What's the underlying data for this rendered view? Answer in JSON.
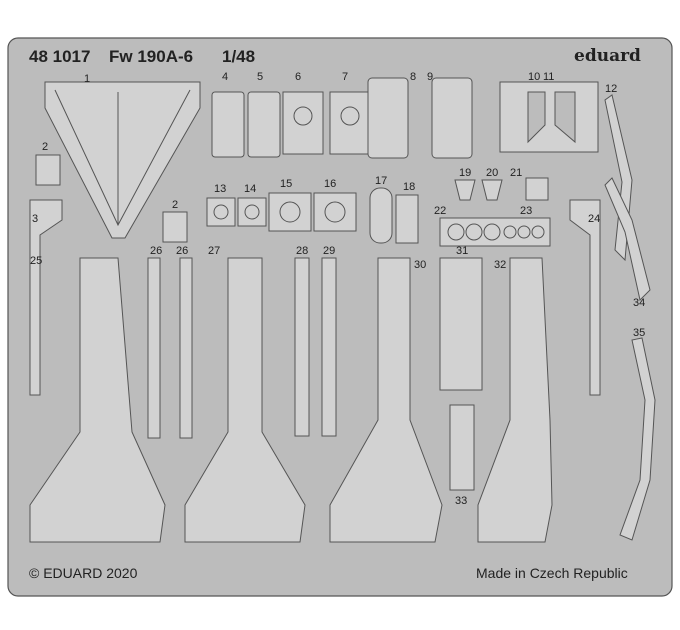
{
  "sheet": {
    "catalog_number": "48 1017",
    "model": "Fw 190A-6",
    "scale": "1/48",
    "brand": "eduard",
    "copyright": "© EDUARD 2020",
    "origin": "Made in Czech Republic",
    "colors": {
      "fret": "#bcbcbc",
      "part": "#d2d2d2",
      "line": "#555555",
      "text": "#222222"
    }
  },
  "parts": {
    "p1": "1",
    "p2": "2",
    "p3": "3",
    "p4": "4",
    "p5": "5",
    "p6": "6",
    "p7": "7",
    "p8": "8",
    "p9": "9",
    "p10": "10",
    "p11": "11",
    "p12": "12",
    "p13": "13",
    "p14": "14",
    "p15": "15",
    "p16": "16",
    "p17": "17",
    "p18": "18",
    "p19": "19",
    "p20": "20",
    "p21": "21",
    "p22": "22",
    "p23": "23",
    "p24": "24",
    "p25": "25",
    "p26": "26",
    "p27": "27",
    "p28": "28",
    "p29": "29",
    "p30": "30",
    "p31": "31",
    "p32": "32",
    "p33": "33",
    "p34": "34",
    "p35": "35"
  }
}
